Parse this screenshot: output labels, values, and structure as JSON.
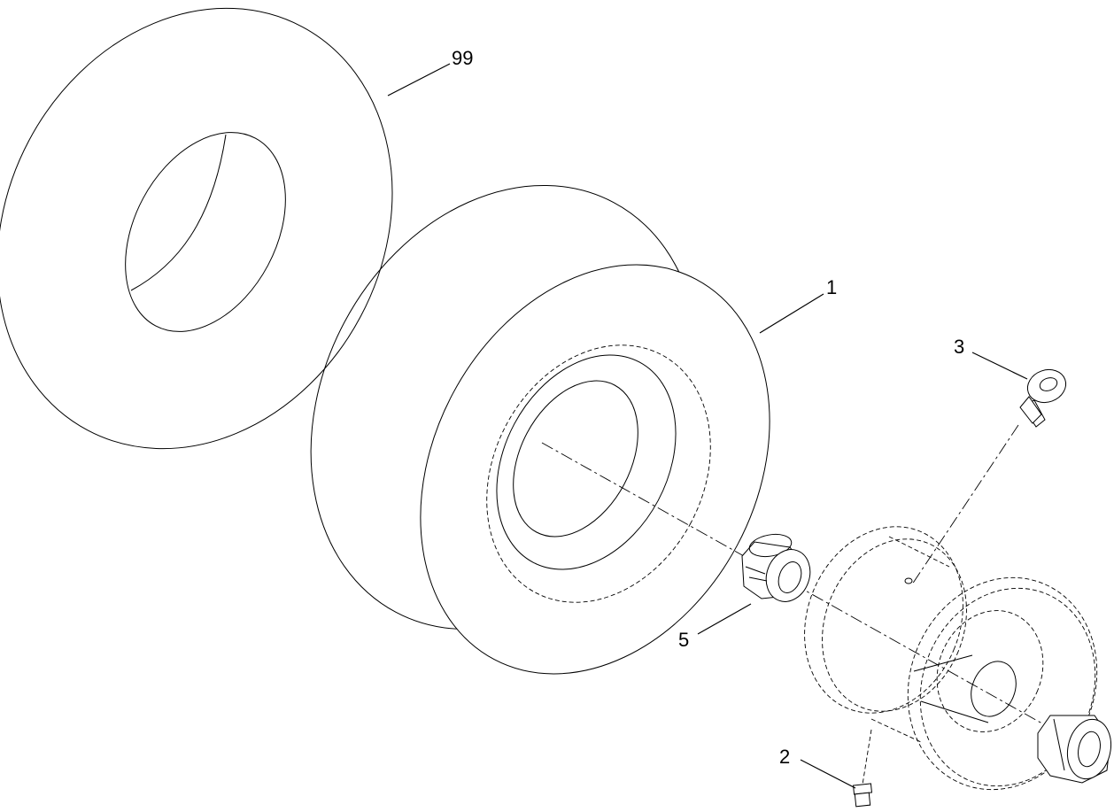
{
  "diagram": {
    "callouts": [
      {
        "id": "part-99",
        "label": "99"
      },
      {
        "id": "part-1",
        "label": "1"
      },
      {
        "id": "part-3",
        "label": "3"
      },
      {
        "id": "part-5",
        "label": "5"
      },
      {
        "id": "part-2",
        "label": "2"
      }
    ]
  }
}
